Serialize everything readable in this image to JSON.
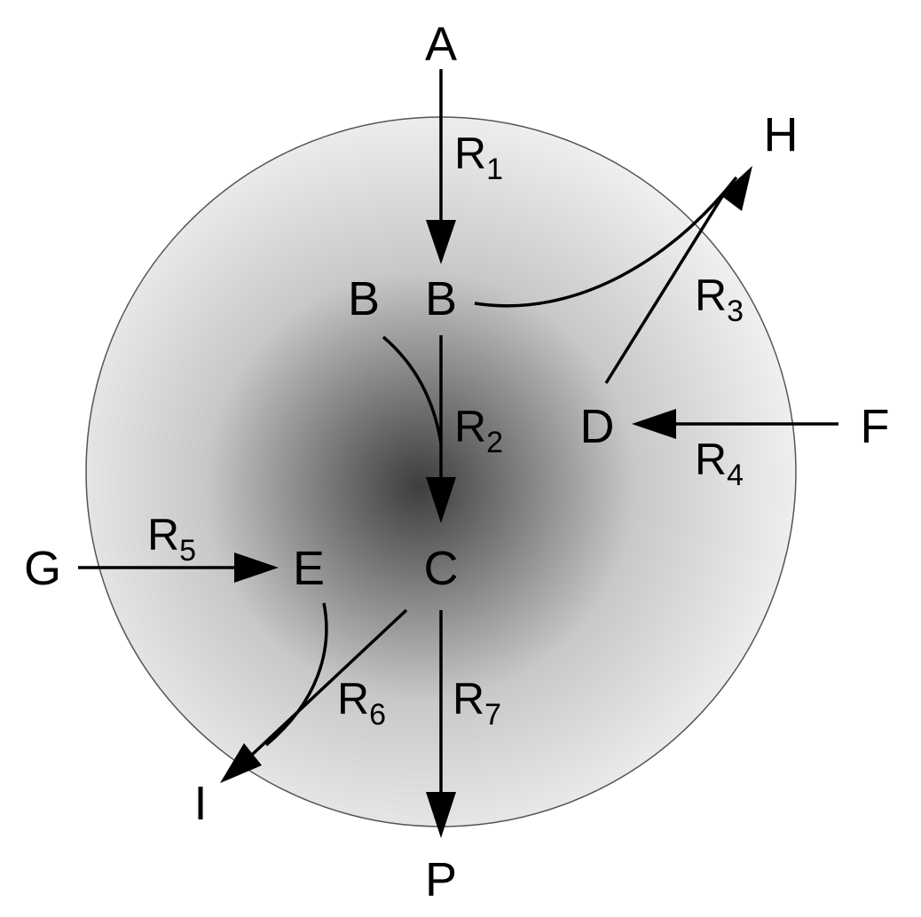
{
  "colors": {
    "ink": "#000000",
    "cell_center": "#3d3d3d",
    "cell_mid": "#c8c8c8",
    "cell_edge": "#f2f2f2",
    "cell_outline": "#555555"
  },
  "nodes": {
    "A": "A",
    "B_left": "B",
    "B_right": "B",
    "C": "C",
    "D": "D",
    "E": "E",
    "F": "F",
    "G": "G",
    "H": "H",
    "I": "I",
    "P": "P"
  },
  "reactions": {
    "R1": {
      "main": "R",
      "sub": "1"
    },
    "R2": {
      "main": "R",
      "sub": "2"
    },
    "R3": {
      "main": "R",
      "sub": "3"
    },
    "R4": {
      "main": "R",
      "sub": "4"
    },
    "R5": {
      "main": "R",
      "sub": "5"
    },
    "R6": {
      "main": "R",
      "sub": "6"
    },
    "R7": {
      "main": "R",
      "sub": "7"
    }
  }
}
